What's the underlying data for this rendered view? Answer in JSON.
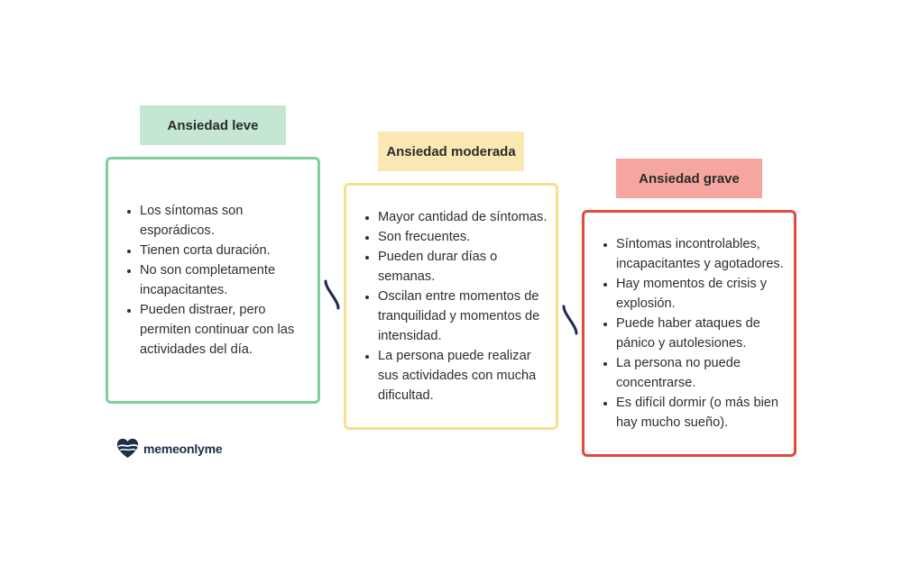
{
  "levels": [
    {
      "title": "Ansiedad leve",
      "items": [
        "Los síntomas son esporádicos.",
        "Tienen corta duración.",
        "No son completamente incapacitantes.",
        "Pueden distraer, pero permiten continuar con las actividades del día."
      ]
    },
    {
      "title": "Ansiedad moderada",
      "items": [
        "Mayor cantidad de síntomas.",
        "Son frecuentes.",
        "Pueden durar días o semanas.",
        "Oscilan entre momentos de tranquilidad y momentos de intensidad.",
        "La persona puede realizar sus actividades con mucha dificultad."
      ]
    },
    {
      "title": "Ansiedad grave",
      "items": [
        "Síntomas incontrolables, incapacitantes y agotadores.",
        "Hay momentos de crisis y explosión.",
        "Puede haber ataques de pánico y autolesiones.",
        "La persona no puede concentrarse.",
        "Es difícil dormir (o más bien hay mucho sueño)."
      ]
    }
  ],
  "brand": {
    "name": "memeonlyme",
    "logo_icon": "heart-logo-icon"
  },
  "colors": {
    "leve_fill": "#c4e6d2",
    "leve_border": "#7fcf98",
    "moderada_fill": "#fbe9b5",
    "moderada_border": "#f7e08c",
    "grave_fill": "#f6a6a0",
    "grave_border": "#e5493c",
    "connector": "#1c2a52",
    "brand": "#1c2e4a"
  }
}
